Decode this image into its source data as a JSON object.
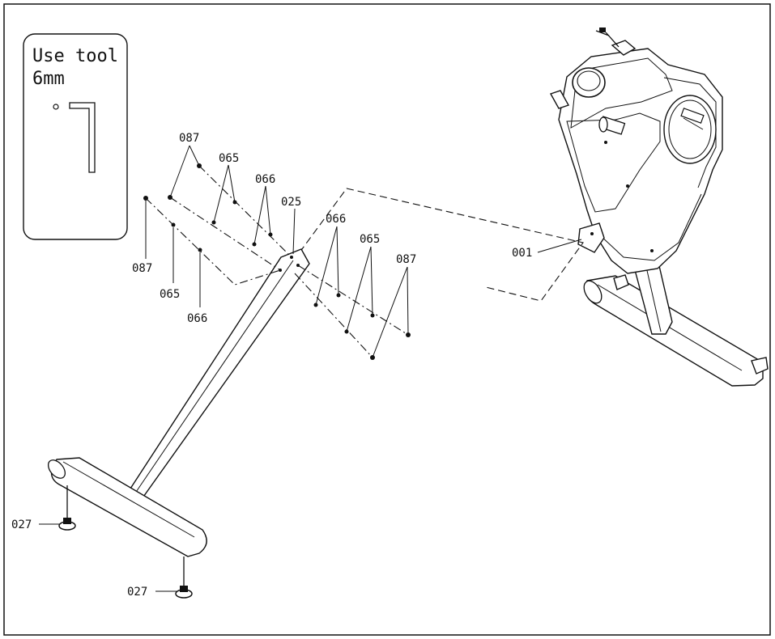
{
  "tool_box": {
    "line1": "Use tool",
    "line2": "6mm"
  },
  "parts": {
    "p001": "001",
    "p025": "025",
    "p027_upper": "027",
    "p027_lower": "027",
    "p087_top": "087",
    "p065_top": "065",
    "p066_top": "066",
    "p087_left": "087",
    "p065_left": "065",
    "p066_left": "066",
    "p066_right": "066",
    "p065_right": "065",
    "p087_right": "087"
  }
}
